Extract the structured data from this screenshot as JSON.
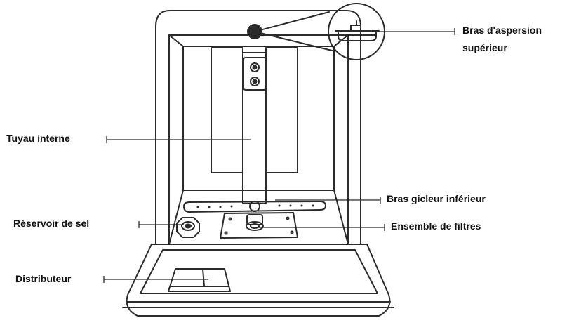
{
  "labels": {
    "upper_spray_arm_line1": "Bras d'aspersion",
    "upper_spray_arm_line2": "supérieur",
    "inner_pipe": "Tuyau interne",
    "lower_spray_arm": "Bras gicleur inférieur",
    "salt_reservoir": "Réservoir de sel",
    "filter_assembly": "Ensemble de filtres",
    "dispenser": "Distributeur"
  },
  "colors": {
    "outline": "#2b2b2b",
    "text": "#111111"
  }
}
